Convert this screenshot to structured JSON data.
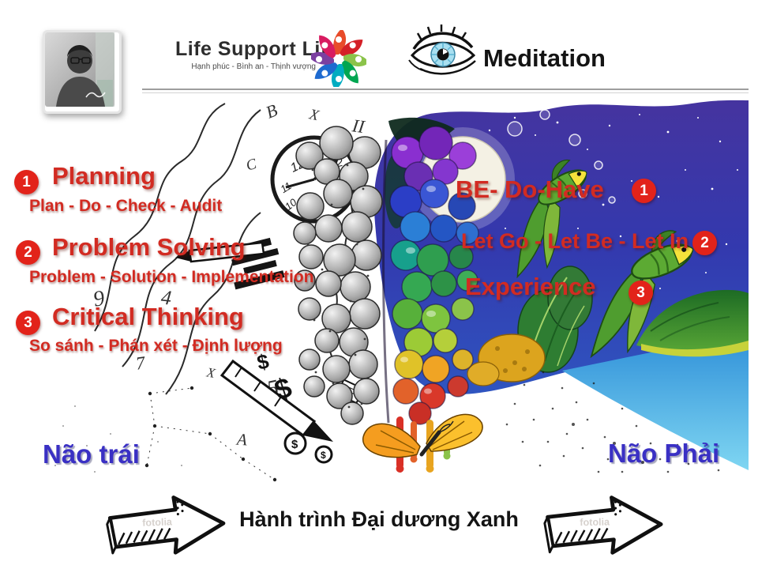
{
  "header": {
    "brand_title": "Life Support Life",
    "brand_tagline": "Hạnh phúc - Bình an - Thịnh vượng",
    "meditation_label": "Meditation"
  },
  "left_panel": {
    "items": [
      {
        "badge": "1",
        "title": "Planning",
        "subtitle": "Plan - Do - Check - Audit"
      },
      {
        "badge": "2",
        "title": "Problem Solving",
        "subtitle": "Problem - Solution - Implementation"
      },
      {
        "badge": "3",
        "title": "Critical Thinking",
        "subtitle": "So sánh - Phán xét - Định lượng"
      }
    ],
    "caption": "Não trái"
  },
  "right_panel": {
    "items": [
      {
        "badge": "1",
        "title": "BE- Do-Have"
      },
      {
        "badge": "2",
        "title": "Let Go - Let Be - Let In"
      },
      {
        "badge": "3",
        "title": "Experience"
      }
    ],
    "caption": "Não Phải"
  },
  "footer": {
    "journey_title": "Hành trình Đại dương Xanh",
    "arrow_watermark": "fotolia"
  },
  "artwork_text": {
    "clock_numbers": {
      "n12": "12",
      "n1": "1",
      "n2": "2",
      "n11": "11",
      "n10": "10"
    },
    "glyphs": {
      "b": "B",
      "x_top": "X",
      "c": "C",
      "roman_two": "II",
      "nine": "9",
      "four": "4",
      "seven": "7",
      "x_small": "X",
      "five": "5",
      "a": "A",
      "dollar_small": "$",
      "dollar_big": "$",
      "coin_a": "$",
      "coin_b": "$"
    }
  },
  "colors": {
    "accent_red": "#d22b22",
    "badge_red": "#e2231a",
    "caption_blue": "#3a30c4",
    "sky_indigo": "#3339ae",
    "water_blue": "#35a0e0",
    "text_dark": "#141414"
  },
  "icons": {
    "meditation": "eye-icon",
    "brand": "flower-logo-icon",
    "footer": "sketch-arrow-icon",
    "profile": "avatar-photo"
  }
}
